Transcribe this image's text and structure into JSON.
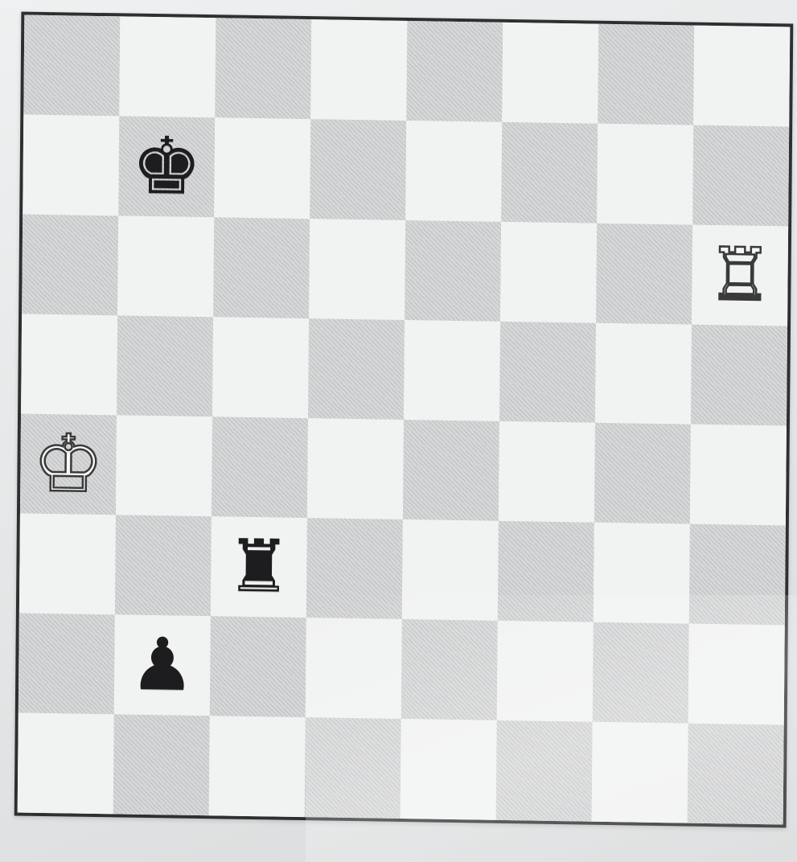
{
  "board": {
    "files": 8,
    "ranks": 8,
    "light_color": "#f1f2f2",
    "dark_color": "#d6d7d8",
    "pieces": [
      {
        "square": "b7",
        "color": "black",
        "type": "king",
        "glyph": "♚"
      },
      {
        "square": "h6",
        "color": "white",
        "type": "rook",
        "glyph": "♖"
      },
      {
        "square": "a4",
        "color": "white",
        "type": "king",
        "glyph": "♔"
      },
      {
        "square": "c3",
        "color": "black",
        "type": "rook",
        "glyph": "♜"
      },
      {
        "square": "b2",
        "color": "black",
        "type": "pawn",
        "glyph": "♟"
      }
    ]
  }
}
